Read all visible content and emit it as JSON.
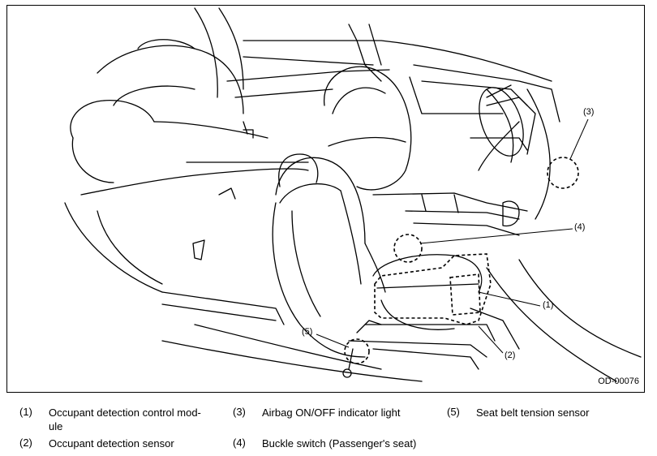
{
  "figure": {
    "figure_id": "OD-00076",
    "callouts": [
      {
        "id": "1",
        "text": "(1)"
      },
      {
        "id": "2",
        "text": "(2)"
      },
      {
        "id": "3",
        "text": "(3)"
      },
      {
        "id": "4",
        "text": "(4)"
      },
      {
        "id": "5",
        "text": "(5)"
      }
    ]
  },
  "legend": [
    {
      "num": "(1)",
      "text": "Occupant detection control mod-ule"
    },
    {
      "num": "(2)",
      "text": "Occupant detection sensor"
    },
    {
      "num": "(3)",
      "text": "Airbag ON/OFF indicator light"
    },
    {
      "num": "(4)",
      "text": "Buckle switch (Passenger's seat)"
    },
    {
      "num": "(5)",
      "text": "Seat belt tension sensor"
    }
  ],
  "legend_line_breaks": {
    "item1_line1": "Occupant detection control mod-",
    "item1_line2": "ule"
  }
}
